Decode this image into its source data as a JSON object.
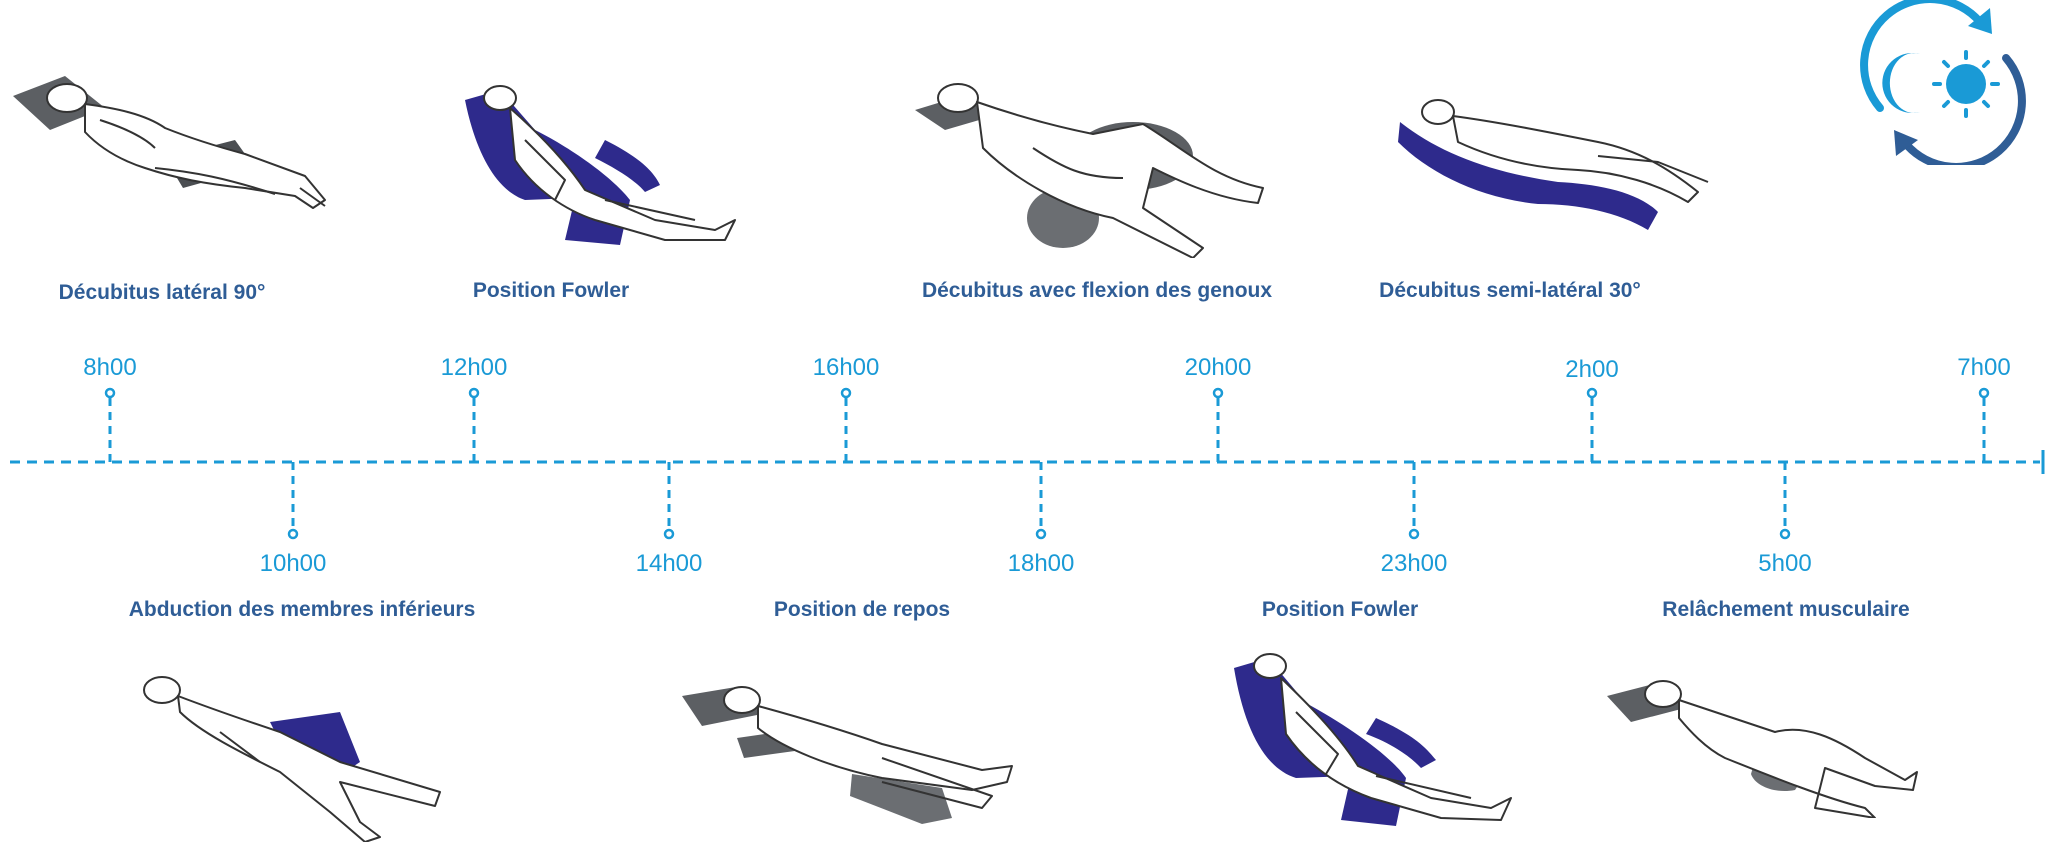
{
  "colors": {
    "accent": "#1a9ad6",
    "label": "#2f5d96",
    "cushion_blue": "#2e2a8c",
    "cushion_grey": "#5c5f63"
  },
  "top": [
    {
      "time": "8h00",
      "label": "Décubitus latéral 90°",
      "icon": "person-lying-side-illustration"
    },
    {
      "time": "12h00",
      "label": "Position Fowler",
      "icon": "person-fowler-cushion-illustration"
    },
    {
      "time": "16h00",
      "label": "Décubitus avec flexion des genoux",
      "icon": "person-knees-bent-cushion-illustration"
    },
    {
      "time": "20h00",
      "label": "Décubitus semi-latéral 30°",
      "icon": "person-semi-lateral-cushion-illustration"
    },
    {
      "time": "2h00",
      "label": "",
      "icon": ""
    },
    {
      "time": "7h00",
      "label": "",
      "icon": ""
    }
  ],
  "bottom": [
    {
      "time": "10h00",
      "label": "Abduction des membres inférieurs",
      "icon": "person-leg-abduction-illustration"
    },
    {
      "time": "14h00",
      "label": "",
      "icon": ""
    },
    {
      "time": "18h00",
      "label": "Position de repos",
      "icon": "person-rest-position-illustration"
    },
    {
      "time": "23h00",
      "label": "Position Fowler",
      "icon": "person-fowler-cushion-illustration"
    },
    {
      "time": "5h00",
      "label": "Relâchement musculaire",
      "icon": "person-muscle-relaxation-illustration"
    }
  ],
  "corner_icon": "day-night-cycle-icon"
}
